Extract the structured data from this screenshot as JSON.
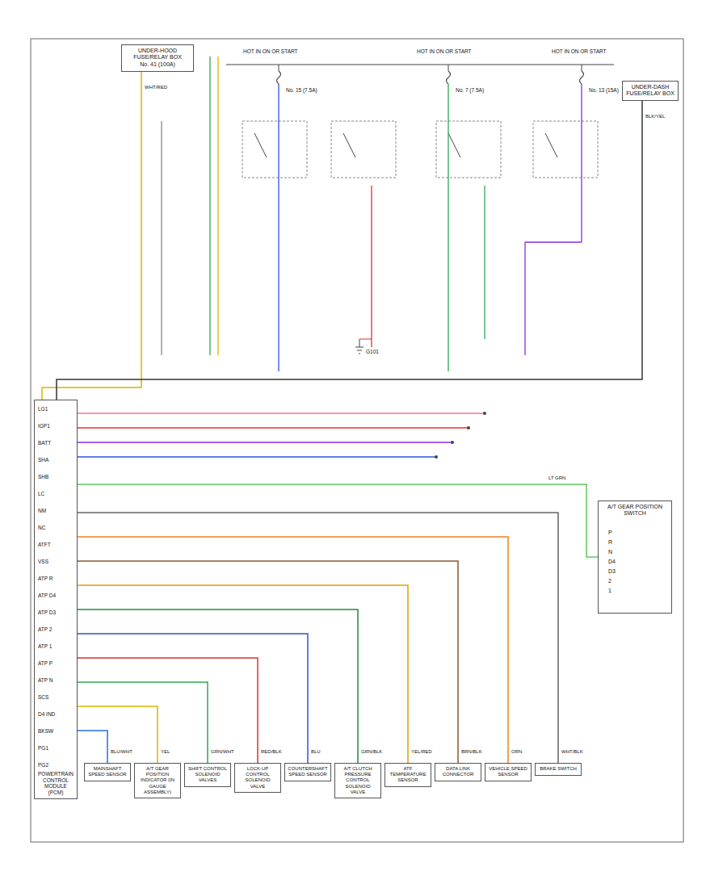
{
  "diagram": {
    "nodes": [
      {
        "text": [
          "UNDER-HOOD FUSE/RELAY BOX",
          "No. 41 (100A)"
        ]
      },
      {
        "text": [
          "UNDER-DASH FUSE/RELAY BOX"
        ]
      },
      {
        "text": [
          "POWERTRAIN CONTROL MODULE (PCM)"
        ]
      },
      {
        "text": [
          "MAINSHAFT SPEED SENSOR"
        ]
      },
      {
        "text": [
          "A/T GEAR POSITION INDICATOR (IN GAUGE ASSEMBLY)"
        ]
      },
      {
        "text": [
          "SHIFT CONTROL SOLENOID VALVES"
        ]
      },
      {
        "text": [
          "LOCK-UP CONTROL SOLENOID VALVE"
        ]
      },
      {
        "text": [
          "COUNTERSHAFT SPEED SENSOR"
        ]
      },
      {
        "text": [
          "A/T CLUTCH PRESSURE CONTROL SOLENOID VALVE"
        ]
      },
      {
        "text": [
          "ATF TEMPERATURE SENSOR"
        ]
      },
      {
        "text": [
          "DATA LINK CONNECTOR"
        ]
      },
      {
        "text": [
          "A/T GEAR POSITION SWITCH"
        ]
      },
      {
        "text": [
          "BRAKE SWITCH"
        ]
      },
      {
        "text": [
          "VEHICLE SPEED SENSOR"
        ]
      }
    ],
    "edges": [
      {
        "from": 2,
        "to": 3,
        "arrow": "none",
        "label": "BLU/WHT"
      },
      {
        "from": 2,
        "to": 4,
        "arrow": "none",
        "label": "YEL"
      },
      {
        "from": 2,
        "to": 5,
        "arrow": "none",
        "label": "GRN/WHT"
      },
      {
        "from": 2,
        "to": 6,
        "arrow": "none",
        "label": "RED/BLK"
      },
      {
        "from": 2,
        "to": 7,
        "arrow": "none",
        "label": "BLU"
      },
      {
        "from": 2,
        "to": 8,
        "arrow": "none",
        "label": "GRN/BLK"
      },
      {
        "from": 2,
        "to": 9,
        "arrow": "none",
        "label": "YEL/RED"
      },
      {
        "from": 2,
        "to": 10,
        "arrow": "none",
        "label": "BRN/BLK"
      },
      {
        "from": 2,
        "to": 13,
        "arrow": "none",
        "label": "ORN"
      },
      {
        "from": 2,
        "to": 12,
        "arrow": "none",
        "label": "WHT/BLK"
      },
      {
        "from": 2,
        "to": 11,
        "arrow": "none",
        "label": "LT GRN"
      },
      {
        "from": 0,
        "to": 2,
        "arrow": "none",
        "label": "WHT/RED"
      },
      {
        "from": 1,
        "to": 2,
        "arrow": "none",
        "label": "BLK/YEL"
      }
    ],
    "labels": [
      "LG1",
      "IGP1",
      "BATT",
      "SHA",
      "SHB",
      "LC",
      "NM",
      "NC",
      "ATFT",
      "VSS",
      "ATP R",
      "ATP D4",
      "ATP D3",
      "ATP 2",
      "ATP 1",
      "ATP P",
      "ATP N",
      "SCS",
      "D4 IND",
      "BKSW",
      "PG1",
      "PG2",
      "HOT IN ON OR START",
      "HOT IN ON OR START",
      "HOT IN ON OR START",
      "No. 15 (7.5A)",
      "No. 7 (7.5A)",
      "No. 13 (15A)",
      "G101",
      "P",
      "R",
      "N",
      "D4",
      "D3",
      "2",
      "1"
    ]
  }
}
